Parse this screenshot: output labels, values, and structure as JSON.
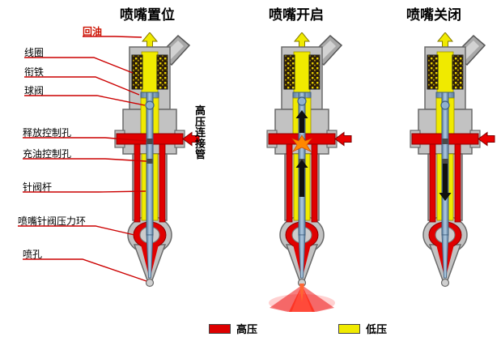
{
  "injectors": [
    {
      "title": "喷嘴置位",
      "state": "set"
    },
    {
      "title": "喷嘴开启",
      "state": "open"
    },
    {
      "title": "喷嘴关闭",
      "state": "closed"
    }
  ],
  "part_labels": [
    {
      "label": "线圈"
    },
    {
      "label": "衔铁"
    },
    {
      "label": "球阀"
    },
    {
      "label": "释放控制孔"
    },
    {
      "label": "充油控制孔"
    },
    {
      "label": "针阀杆"
    },
    {
      "label": "喷嘴针阀压力环"
    },
    {
      "label": "喷孔"
    }
  ],
  "annotations": {
    "return_oil": "回油",
    "hp_pipe": "高压连接管"
  },
  "legend": [
    {
      "label": "高压",
      "color": "#dd0000"
    },
    {
      "label": "低压",
      "color": "#f0ea00"
    }
  ],
  "colors": {
    "high_pressure": "#dd0000",
    "low_pressure": "#f0ea00",
    "body_gray": "#c2c2c2",
    "leader_red": "#cc0000",
    "needle_blue": "#8fb0d0"
  }
}
